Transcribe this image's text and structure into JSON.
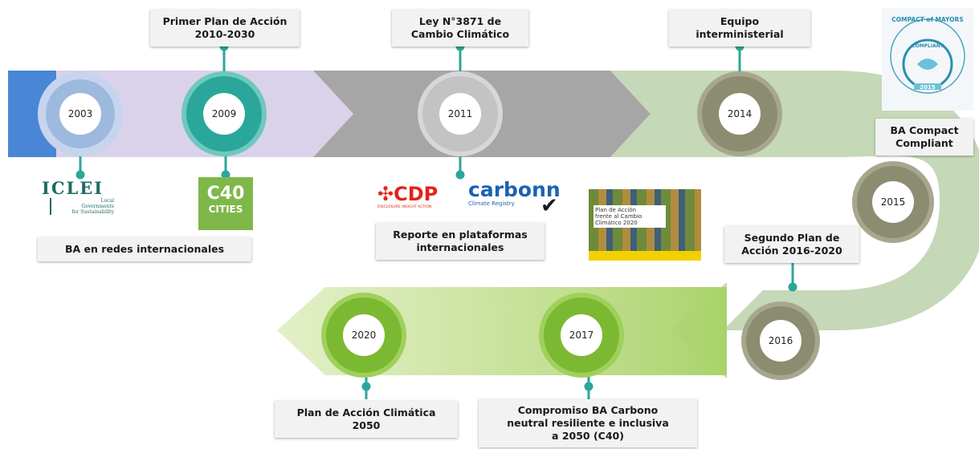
{
  "timeline": {
    "years": [
      "2003",
      "2009",
      "2011",
      "2014",
      "2015",
      "2016",
      "2017",
      "2020"
    ],
    "milestones": {
      "plan_2009": "Primer Plan de Acción\n2010-2030",
      "ley_2011": "Ley N°3871 de\nCambio Climático",
      "equipo_2014": "Equipo\ninterministerial",
      "compact_2015": "BA Compact\nCompliant",
      "segundo_plan_2016": "Segundo Plan de\nAcción 2016-2020",
      "redes_2003": "BA en redes internacionales",
      "reporte_2011": "Reporte en plataformas\ninternacionales",
      "plan_2050": "Plan de Acción Climática\n2050",
      "compromiso_2017": "Compromiso BA Carbono\nneutral resiliente e inclusiva\na 2050 (C40)"
    }
  },
  "logos": {
    "iclei": {
      "name": "ICLEI",
      "sub": "Local\nGovernments\nfor Sustainability"
    },
    "c40": {
      "top": "C40",
      "bottom": "CITIES"
    },
    "cdp": {
      "name": "CDP",
      "sub": "DISCLOSURE INSIGHT ACTION"
    },
    "carbonn": {
      "name": "carbonn",
      "sub": "Climate Registry"
    },
    "plan_cover": {
      "title": "Plan de Acción\nfrente al Cambio\nClimático 2020"
    },
    "compact_badge": {
      "arc": "COMPACT of MAYORS",
      "inner": "COMPLIANT",
      "year": "2015"
    }
  },
  "colors": {
    "blue": "#4a86d6",
    "lavender": "#d9d2ea",
    "gray_band": "#a6a6a6",
    "sage": "#c5d8b8",
    "teal": "#2aa79a",
    "olive_circle": "#8c8c70",
    "light_green": "#b6dc78",
    "green_circle": "#7cb932"
  }
}
